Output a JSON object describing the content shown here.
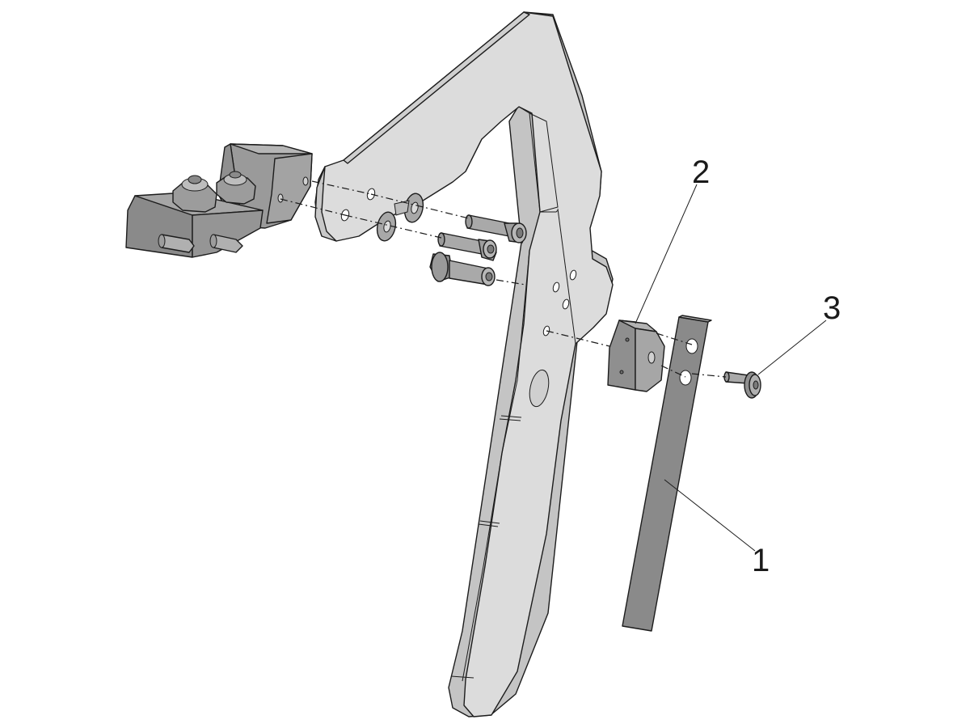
{
  "colors": {
    "background": "#ffffff",
    "frame_light": "#dcdcdc",
    "frame_side": "#c4c4c4",
    "part_dark": "#8c8c8c",
    "part_mid": "#a9a9a9",
    "part_light": "#bdbdbd",
    "line": "#1c1c1c"
  },
  "callouts": [
    {
      "id": "callout-1",
      "label": "1"
    },
    {
      "id": "callout-2",
      "label": "2"
    },
    {
      "id": "callout-3",
      "label": "3"
    }
  ]
}
